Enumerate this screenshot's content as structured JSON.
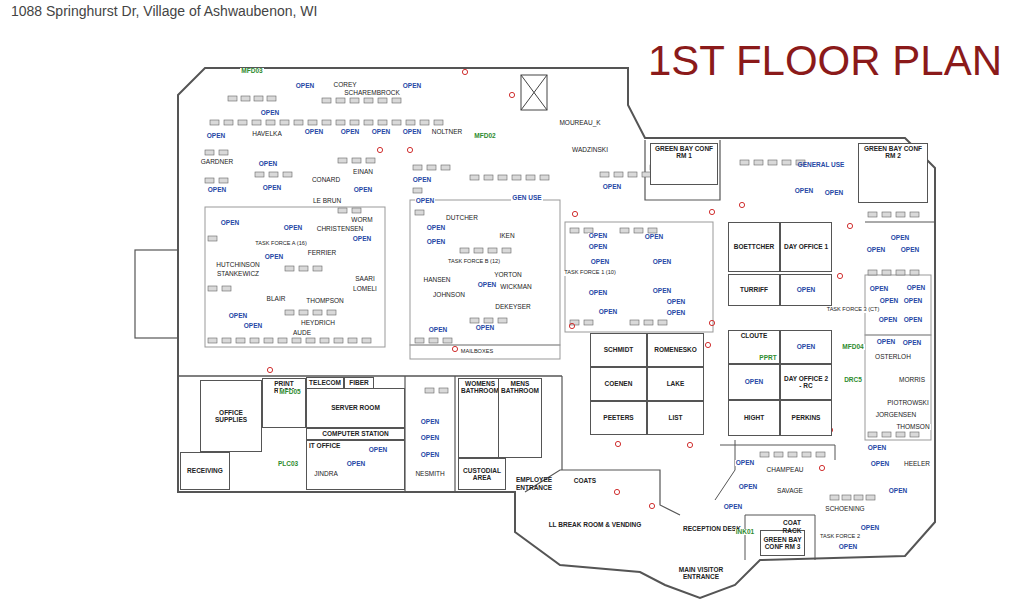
{
  "diagram": {
    "title": "1ST FLOOR PLAN",
    "nodes": [
      {
        "text": [
          "GREEN BAY CONF RM 1"
        ]
      },
      {
        "text": [
          "GENERAL USE"
        ]
      },
      {
        "text": [
          "GREEN BAY CONF RM 2"
        ]
      },
      {
        "text": [
          "BOETTCHER"
        ]
      },
      {
        "text": [
          "DAY OFFICE 1"
        ]
      },
      {
        "text": [
          "TURRIFF"
        ]
      },
      {
        "text": [
          "OPEN"
        ]
      },
      {
        "text": [
          "SCHMIDT"
        ]
      },
      {
        "text": [
          "ROMENESKO"
        ]
      },
      {
        "text": [
          "COENEN"
        ]
      },
      {
        "text": [
          "LAKE"
        ]
      },
      {
        "text": [
          "PEETERS"
        ]
      },
      {
        "text": [
          "LIST"
        ]
      },
      {
        "text": [
          "CLOUTE"
        ]
      },
      {
        "text": [
          "OPEN"
        ]
      },
      {
        "text": [
          "OPEN"
        ]
      },
      {
        "text": [
          "DAY OFFICE 2 - RC"
        ]
      },
      {
        "text": [
          "HIGHT"
        ]
      },
      {
        "text": [
          "PERKINS"
        ]
      },
      {
        "text": [
          "OFFICE SUPPLIES"
        ]
      },
      {
        "text": [
          "RECEIVING"
        ]
      },
      {
        "text": [
          "PRINT ROOM"
        ]
      },
      {
        "text": [
          "TELECOM"
        ]
      },
      {
        "text": [
          "FIBER"
        ]
      },
      {
        "text": [
          "SERVER ROOM"
        ]
      },
      {
        "text": [
          "COMPUTER STATION"
        ]
      },
      {
        "text": [
          "IT OFFICE"
        ]
      },
      {
        "text": [
          "WOMENS BATHROOM"
        ]
      },
      {
        "text": [
          "MENS BATHROOM"
        ]
      },
      {
        "text": [
          "CUSTODIAL AREA"
        ]
      },
      {
        "text": [
          "COATS"
        ]
      },
      {
        "text": [
          "LL BREAK ROOM & VENDING"
        ]
      },
      {
        "text": [
          "RECEPTION DESK"
        ]
      },
      {
        "text": [
          "MAIN VISITOR ENTRANCE"
        ]
      },
      {
        "text": [
          "EMPLOYEE ENTRANCE"
        ]
      },
      {
        "text": [
          "GREEN BAY CONF RM 3"
        ]
      },
      {
        "text": [
          "COAT RACK"
        ]
      }
    ],
    "labels": [
      "1088 Springhurst Dr, Village of Ashwaubenon, WI",
      "MFD03",
      "OPEN",
      "COREY",
      "SCHAREMBROCK",
      "OPEN",
      "OPEN",
      "OPEN",
      "HAVELKA",
      "OPEN",
      "OPEN",
      "OPEN",
      "OPEN",
      "NOLTNER",
      "MFD02",
      "MOUREAU_K",
      "WADZINSKI",
      "GARDNER",
      "OPEN",
      "EINAN",
      "CONARD",
      "OPEN",
      "OPEN",
      "OPEN",
      "OPEN",
      "OPEN",
      "OPEN",
      "OPEN",
      "GEN USE",
      "LE BRUN",
      "OPEN",
      "DUTCHER",
      "WORM",
      "OPEN",
      "OPEN",
      "OPEN",
      "CHRISTENSEN",
      "IKEN",
      "OPEN",
      "OPEN",
      "TASK FORCE A (16)",
      "FERRIER",
      "OPEN",
      "TASK FORCE B (12)",
      "HUTCHINSON",
      "STANKEWICZ",
      "YORTON",
      "SAARI",
      "HANSEN",
      "OPEN",
      "WICKMAN",
      "LOMELI",
      "JOHNSON",
      "BLAIR",
      "THOMPSON",
      "DEKEYSER",
      "OPEN",
      "HEYDRICH",
      "OPEN",
      "OPEN",
      "AUDE",
      "OPEN",
      "MAILBOXES",
      "OPEN",
      "OPEN",
      "OPEN",
      "OPEN",
      "OPEN",
      "TASK FORCE 1 (10)",
      "OPEN",
      "OPEN",
      "OPEN",
      "OPEN",
      "OPEN",
      "OPEN",
      "OPEN",
      "OPEN",
      "OPEN",
      "OPEN",
      "OPEN",
      "OPEN",
      "TASK FORCE 3 (CT)",
      "OPEN",
      "OPEN",
      "OPEN",
      "OPEN",
      "MFD04",
      "PPRT",
      "OSTERLOH",
      "DRC5",
      "MORRIS",
      "PIOTROWSKI",
      "JORGENSEN",
      "THOMSON",
      "OPEN",
      "OPEN",
      "HEELER",
      "OPEN",
      "CHAMPEAU",
      "OPEN",
      "SAVAGE",
      "OPEN",
      "OPEN",
      "SCHOENING",
      "INK01",
      "OPEN",
      "TASK FORCE 2",
      "OPEN",
      "MFD05",
      "PLC03",
      "OPEN",
      "OPEN",
      "JINDRA",
      "OPEN",
      "OPEN",
      "OPEN",
      "NESMITH"
    ]
  }
}
